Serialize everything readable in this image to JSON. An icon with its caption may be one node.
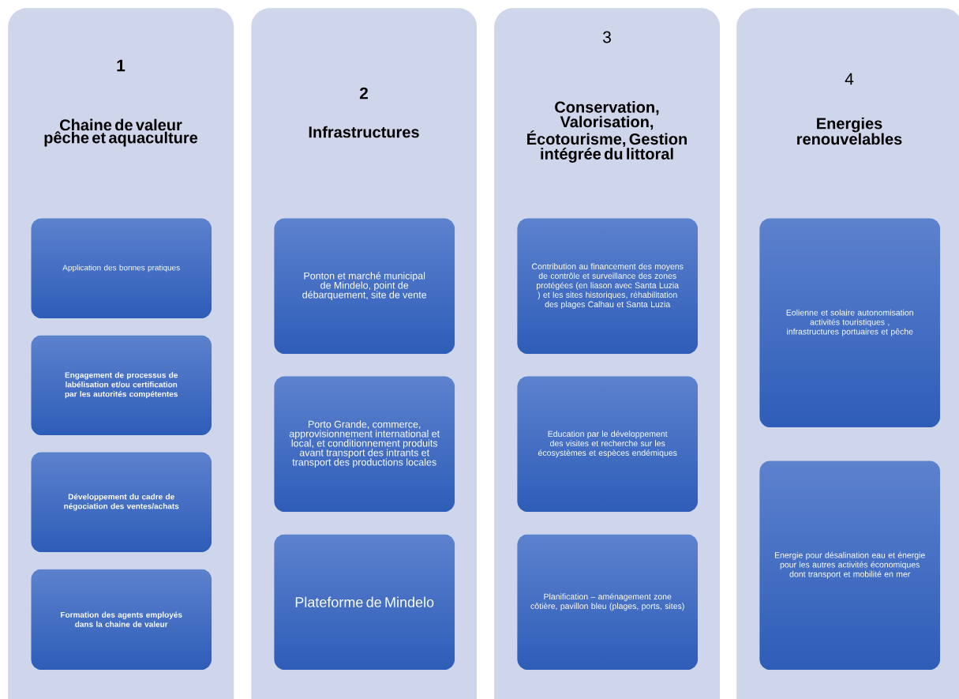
{
  "diagram": {
    "nodes": [
      {
        "text": [
          "1",
          "Chaine de valeur pêche et aquaculture"
        ]
      },
      {
        "text": [
          "Application des bonnes pratiques"
        ],
        "in": 0
      },
      {
        "text": [
          "Engagement de processus de labélisation et/ou certification par les autorités compétentes"
        ],
        "in": 0
      },
      {
        "text": [
          "Développement du cadre de négociation des ventes/achats"
        ],
        "in": 0
      },
      {
        "text": [
          "Formation des agents employés dans la chaine de valeur"
        ],
        "in": 0
      },
      {
        "text": [
          "2",
          "Infrastructures"
        ]
      },
      {
        "text": [
          "Ponton et marché municipal de Mindelo, point de débarquement, site de vente"
        ],
        "in": 5
      },
      {
        "text": [
          "Porto Grande, commerce, approvisionnement international et local, et conditionnement produits avant transport des intrants et transport des productions locales"
        ],
        "in": 5
      },
      {
        "text": [
          "Plateforme de Mindelo"
        ],
        "in": 5
      },
      {
        "text": [
          "3",
          "Conservation, Valorisation, Écotourisme, Gestion intégrée du littoral"
        ]
      },
      {
        "text": [
          "Contribution au financement des moyens de contrôle et surveillance des zones protégées (en liason avec Santa Luzia ) et les sites historiques, réhabilitation des plages Calhau et Santa Luzia"
        ],
        "in": 9
      },
      {
        "text": [
          "Education par le développement des visites et recherche sur les écosystèmes et espèces endémiques"
        ],
        "in": 9
      },
      {
        "text": [
          "Planification – aménagement zone côtière, pavillon bleu (plages, ports, sites)"
        ],
        "in": 9
      },
      {
        "text": [
          "4",
          "Energies renouvelables"
        ]
      },
      {
        "text": [
          "Eolienne et solaire autonomisation activités touristiques , infrastructures portuaires et pêche"
        ],
        "in": 13
      },
      {
        "text": [
          "Energie pour désalination eau et énergie pour les autres activités économiques dont transport et mobilité en mer"
        ],
        "in": 13
      }
    ]
  }
}
